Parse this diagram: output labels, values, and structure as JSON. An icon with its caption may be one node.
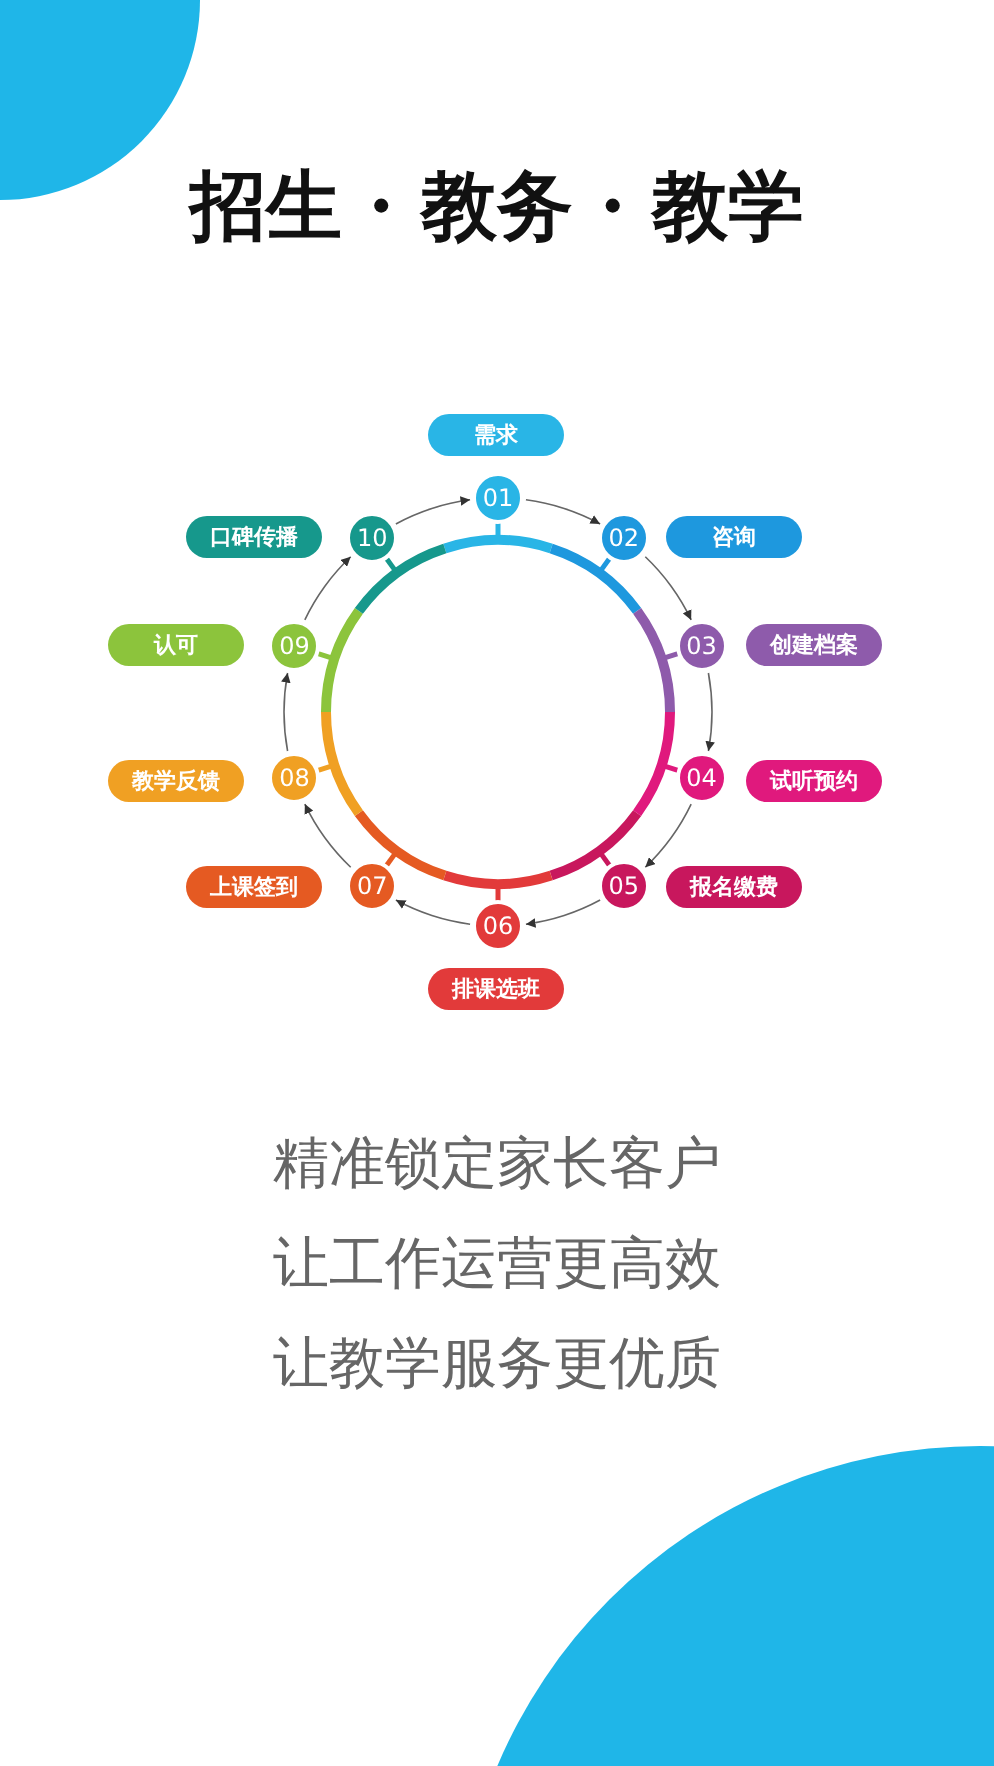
{
  "diagram": {
    "title": "招生 · 教务 · 教学",
    "nodes": [
      {
        "text": [
          "01"
        ]
      },
      {
        "text": [
          "02"
        ]
      },
      {
        "text": [
          "03"
        ]
      },
      {
        "text": [
          "04"
        ]
      },
      {
        "text": [
          "05"
        ]
      },
      {
        "text": [
          "06"
        ]
      },
      {
        "text": [
          "07"
        ]
      },
      {
        "text": [
          "08"
        ]
      },
      {
        "text": [
          "09"
        ]
      },
      {
        "text": [
          "10"
        ]
      },
      {
        "text": [
          "需求"
        ]
      },
      {
        "text": [
          "咨询"
        ]
      },
      {
        "text": [
          "创建档案"
        ]
      },
      {
        "text": [
          "试听预约"
        ]
      },
      {
        "text": [
          "报名缴费"
        ]
      },
      {
        "text": [
          "排课选班"
        ]
      },
      {
        "text": [
          "上课签到"
        ]
      },
      {
        "text": [
          "教学反馈"
        ]
      },
      {
        "text": [
          "认可"
        ]
      },
      {
        "text": [
          "口碑传播"
        ]
      }
    ],
    "edges": [
      {
        "from": 0,
        "to": 1,
        "arrow": "to"
      },
      {
        "from": 1,
        "to": 2,
        "arrow": "to"
      },
      {
        "from": 2,
        "to": 3,
        "arrow": "to"
      },
      {
        "from": 3,
        "to": 4,
        "arrow": "to"
      },
      {
        "from": 4,
        "to": 5,
        "arrow": "to"
      },
      {
        "from": 5,
        "to": 6,
        "arrow": "to"
      },
      {
        "from": 6,
        "to": 7,
        "arrow": "to"
      },
      {
        "from": 7,
        "to": 8,
        "arrow": "to"
      },
      {
        "from": 8,
        "to": 9,
        "arrow": "to"
      },
      {
        "from": 9,
        "to": 0,
        "arrow": "to"
      }
    ],
    "labels": [
      "精准锁定家长客户",
      "让工作运营更高效",
      "让教学服务更优质"
    ]
  }
}
